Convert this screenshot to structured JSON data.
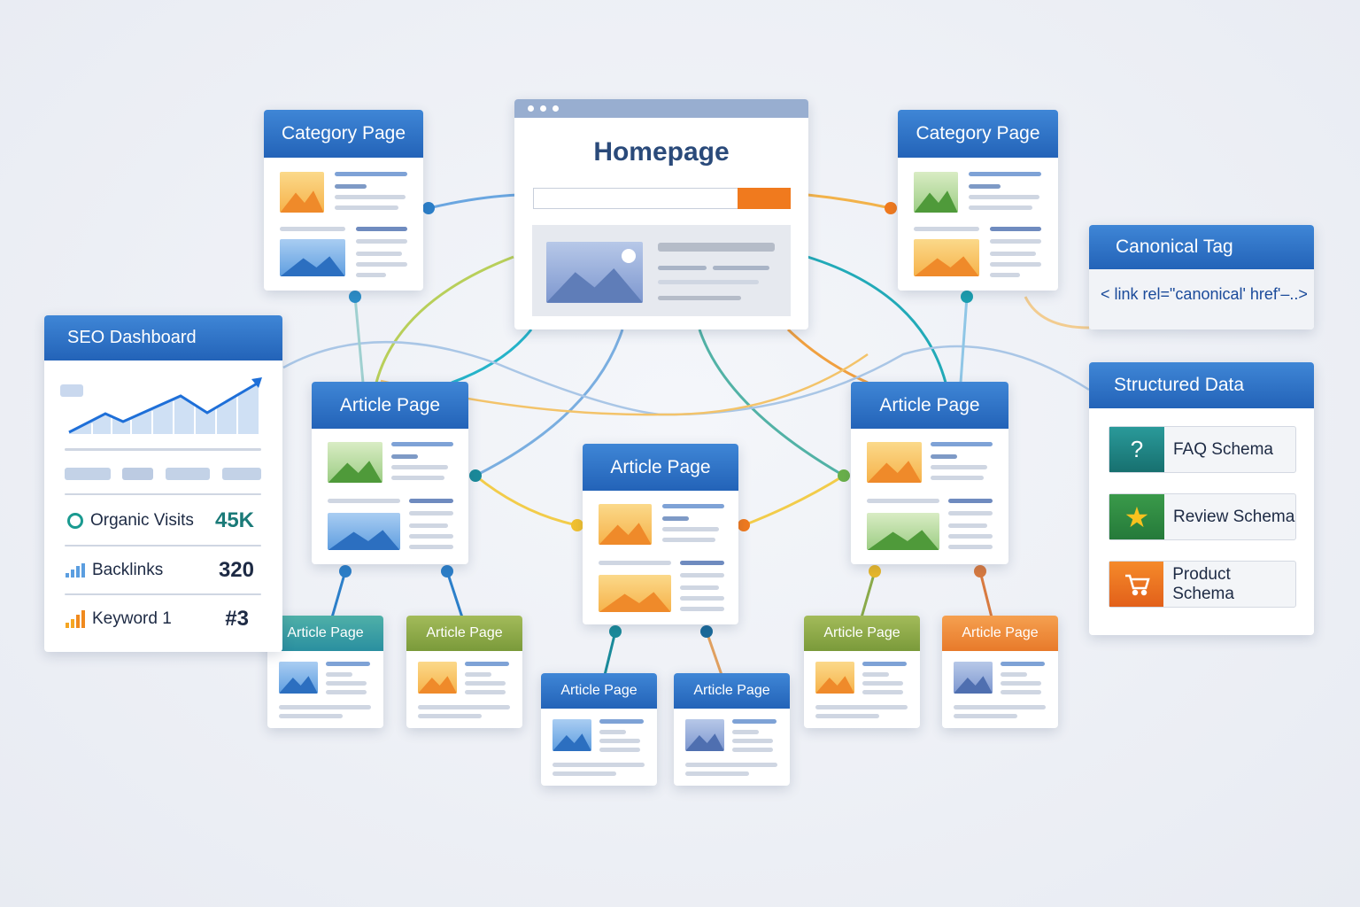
{
  "homepage": {
    "title": "Homepage"
  },
  "category_pages": [
    "Category Page",
    "Category Page"
  ],
  "article_pages_large": [
    "Article Page",
    "Article Page",
    "Article Page"
  ],
  "article_pages_small": [
    "Article Page",
    "Article Page",
    "Article Page",
    "Article Page",
    "Article Page",
    "Article Page"
  ],
  "canonical": {
    "title": "Canonical Tag",
    "code": "< link rel=\"canonical' href'–..>"
  },
  "structured_data": {
    "title": "Structured Data",
    "items": [
      "FAQ Schema",
      "Review Schema",
      "Product Schema"
    ]
  },
  "seo_dashboard": {
    "title": "SEO Dashboard",
    "metrics": [
      {
        "label": "Organic Visits",
        "value": "45K"
      },
      {
        "label": "Backlinks",
        "value": "320"
      },
      {
        "label": "Keyword 1",
        "value": "#3"
      }
    ]
  },
  "colors": {
    "header_blue": "#2363b8",
    "accent_orange": "#f07a1e",
    "teal": "#1a7a78"
  }
}
